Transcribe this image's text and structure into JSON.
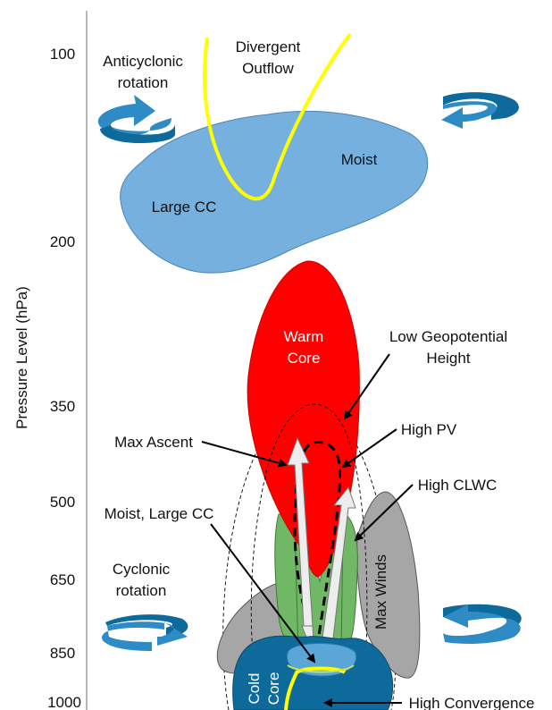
{
  "axis": {
    "title": "Pressure Level (hPa)",
    "ticks": [
      "100",
      "200",
      "350",
      "500",
      "650",
      "850",
      "1000"
    ]
  },
  "labels": {
    "anticyclonic": [
      "Anticyclonic",
      "rotation"
    ],
    "divergent": [
      "Divergent",
      "Outflow"
    ],
    "moist": "Moist",
    "large_cc": "Large CC",
    "warm_core": [
      "Warm",
      "Core"
    ],
    "low_geopotential": [
      "Low Geopotential",
      "Height"
    ],
    "max_ascent": "Max Ascent",
    "high_pv": "High PV",
    "high_clwc": "High CLWC",
    "moist_large_cc": "Moist, Large CC",
    "cyclonic": [
      "Cyclonic",
      "rotation"
    ],
    "max_winds": "Max Winds",
    "cold_core": [
      "Cold",
      "Core"
    ],
    "high_convergence": "High Convergence"
  },
  "colors": {
    "cloud": "#75b0de",
    "warm": "#ff0000",
    "green": "#70b865",
    "gray": "#a6a6a6",
    "blue_dark": "#0e6a9a",
    "yellow": "#ffff00",
    "arrow_blue": "#2e8bc6"
  }
}
